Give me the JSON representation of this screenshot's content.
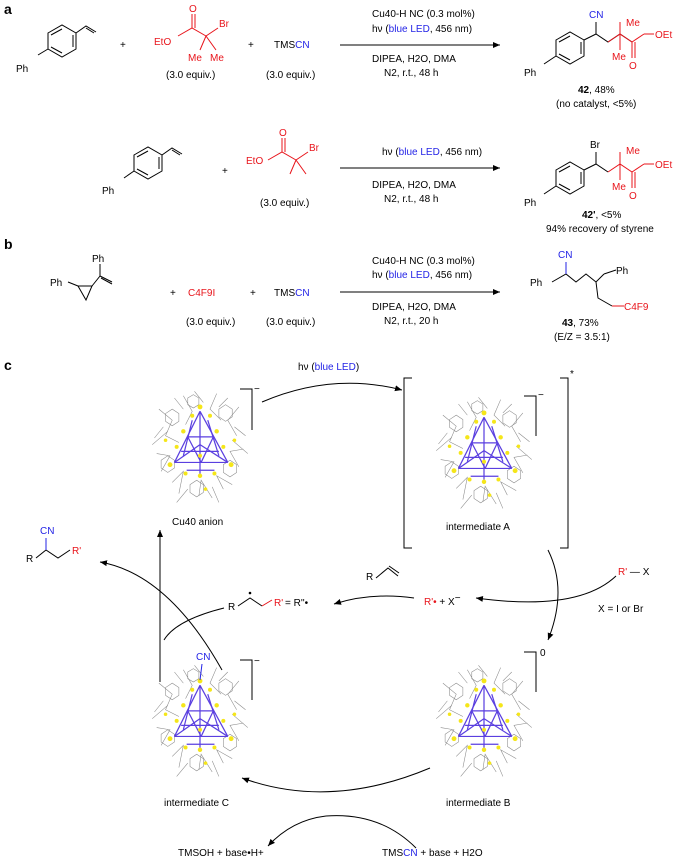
{
  "panel_labels": {
    "a": "a",
    "b": "b",
    "c": "c"
  },
  "panel_a": {
    "row1": {
      "ph": "Ph",
      "ester_O": "O",
      "ester_EtO": "EtO",
      "ester_Br": "Br",
      "ester_Me1": "Me",
      "ester_Me2": "Me",
      "plus1": "+",
      "plus2": "+",
      "equiv_ester": "(3.0 equiv.)",
      "tmscn_tms": "TMS",
      "tmscn_cn": "CN",
      "equiv_tmscn": "(3.0 equiv.)",
      "cond_line1": "Cu40-H NC (0.3 mol%)",
      "cond_line2_pre": "hν (",
      "cond_line2_blue": "blue LED",
      "cond_line2_post": ", 456 nm)",
      "cond_line3": "DIPEA, H2O, DMA",
      "cond_line4": "N2, r.t., 48 h",
      "prod_cn": "CN",
      "prod_me1": "Me",
      "prod_me2": "Me",
      "prod_oet": "OEt",
      "prod_o": "O",
      "prod_ph": "Ph",
      "prod_num": "42",
      "prod_yield": ", 48%",
      "prod_note": "(no catalyst, <5%)"
    },
    "row2": {
      "ph": "Ph",
      "plus": "+",
      "ester_O": "O",
      "ester_EtO": "EtO",
      "ester_Br": "Br",
      "equiv_ester": "(3.0 equiv.)",
      "cond_line1_pre": "hν (",
      "cond_line1_blue": "blue LED",
      "cond_line1_post": ", 456 nm)",
      "cond_line2": "DIPEA, H2O, DMA",
      "cond_line3": "N2, r.t., 48 h",
      "prod_br": "Br",
      "prod_me1": "Me",
      "prod_me2": "Me",
      "prod_oet": "OEt",
      "prod_o": "O",
      "prod_ph": "Ph",
      "prod_num": "42'",
      "prod_yield": ", <5%",
      "prod_note": "94% recovery of styrene"
    }
  },
  "panel_b": {
    "ph1": "Ph",
    "ph2": "Ph",
    "plus1": "+",
    "c4f9i": "C4F9I",
    "plus2": "+",
    "tms": "TMS",
    "cn": "CN",
    "equiv1": "(3.0 equiv.)",
    "equiv2": "(3.0 equiv.)",
    "cond_line1": "Cu40-H NC (0.3 mol%)",
    "cond_line2_pre": "hν (",
    "cond_line2_blue": "blue LED",
    "cond_line2_post": ", 456 nm)",
    "cond_line3": "DIPEA, H2O, DMA",
    "cond_line4": "N2, r.t., 20 h",
    "prod_cn": "CN",
    "prod_ph1": "Ph",
    "prod_ph2": "Ph",
    "prod_c4f9": "C4F9",
    "prod_num": "43",
    "prod_yield": ", 73%",
    "prod_ez": "(E/Z = 3.5:1)"
  },
  "panel_c": {
    "hv_pre": "hν (",
    "hv_blue": "blue LED",
    "hv_post": ")",
    "cu40_anion": "Cu40 anion",
    "cu40_charge": "−",
    "intA": "intermediate A",
    "intA_charge": "−",
    "intA_star": "*",
    "intB": "intermediate B",
    "intB_charge": "0",
    "intC": "intermediate C",
    "intC_charge": "−",
    "intC_cn": "CN",
    "rx_r": "R'",
    "rx_x": "X",
    "x_def": "X = I or Br",
    "radical_rprime": "R'•",
    "radical_x": " + X",
    "radical_minus": "−",
    "alkene_r": "R",
    "adduct_r": "R",
    "adduct_rprime": "R'",
    "adduct_eq": " = R''•",
    "product_cn": "CN",
    "product_r": "R",
    "product_rprime": "R'",
    "tmsoh": "TMSOH + base•H+",
    "tmscn_tms": "TMS",
    "tmscn_cn": "CN",
    "tmscn_rest": " + base + H2O"
  },
  "colors": {
    "red": "#e8141b",
    "blue": "#2323e6",
    "cluster_blue": "#5a3fe0",
    "cluster_yellow": "#f5e619"
  }
}
